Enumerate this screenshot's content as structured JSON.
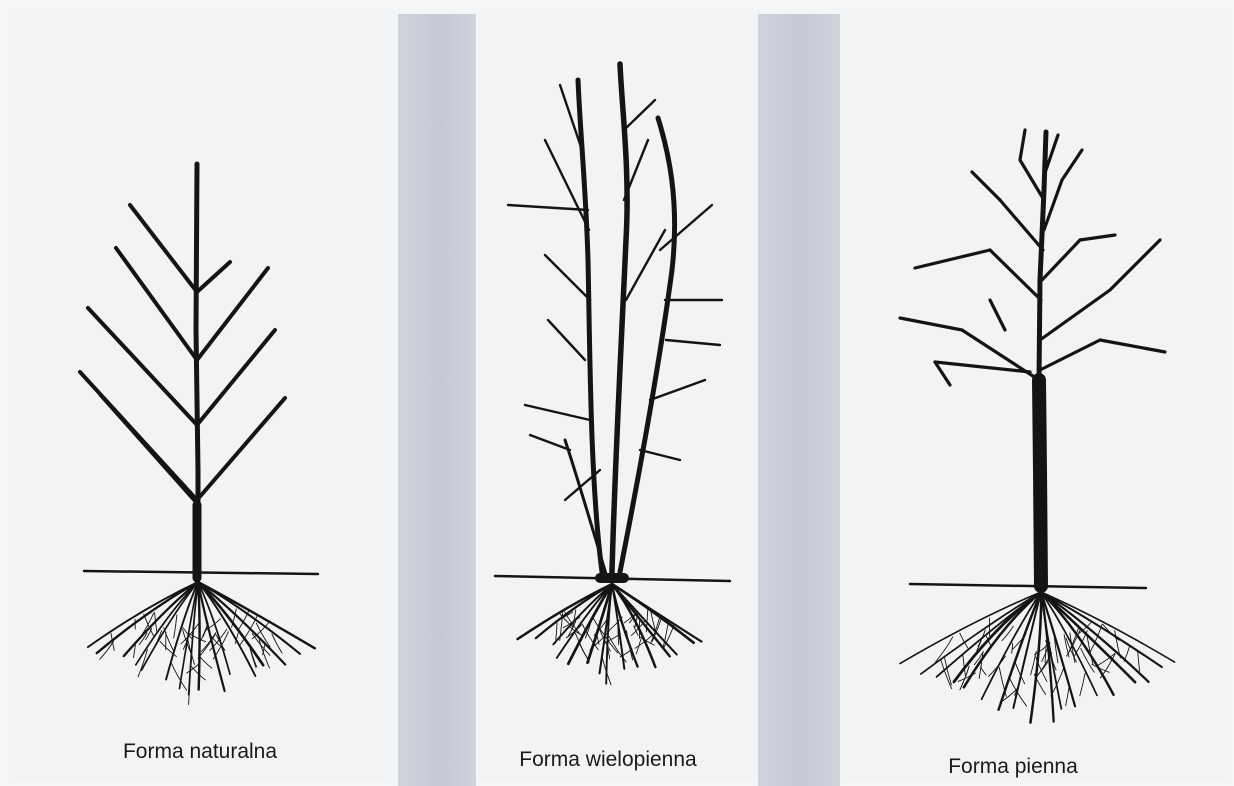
{
  "figures": [
    {
      "caption": "Forma naturalna"
    },
    {
      "caption": "Forma wielopienna"
    },
    {
      "caption": "Forma pienna"
    }
  ],
  "colors": {
    "ink": "#141414",
    "band": "#c7ccd6",
    "paper": "#f2f3f5"
  }
}
